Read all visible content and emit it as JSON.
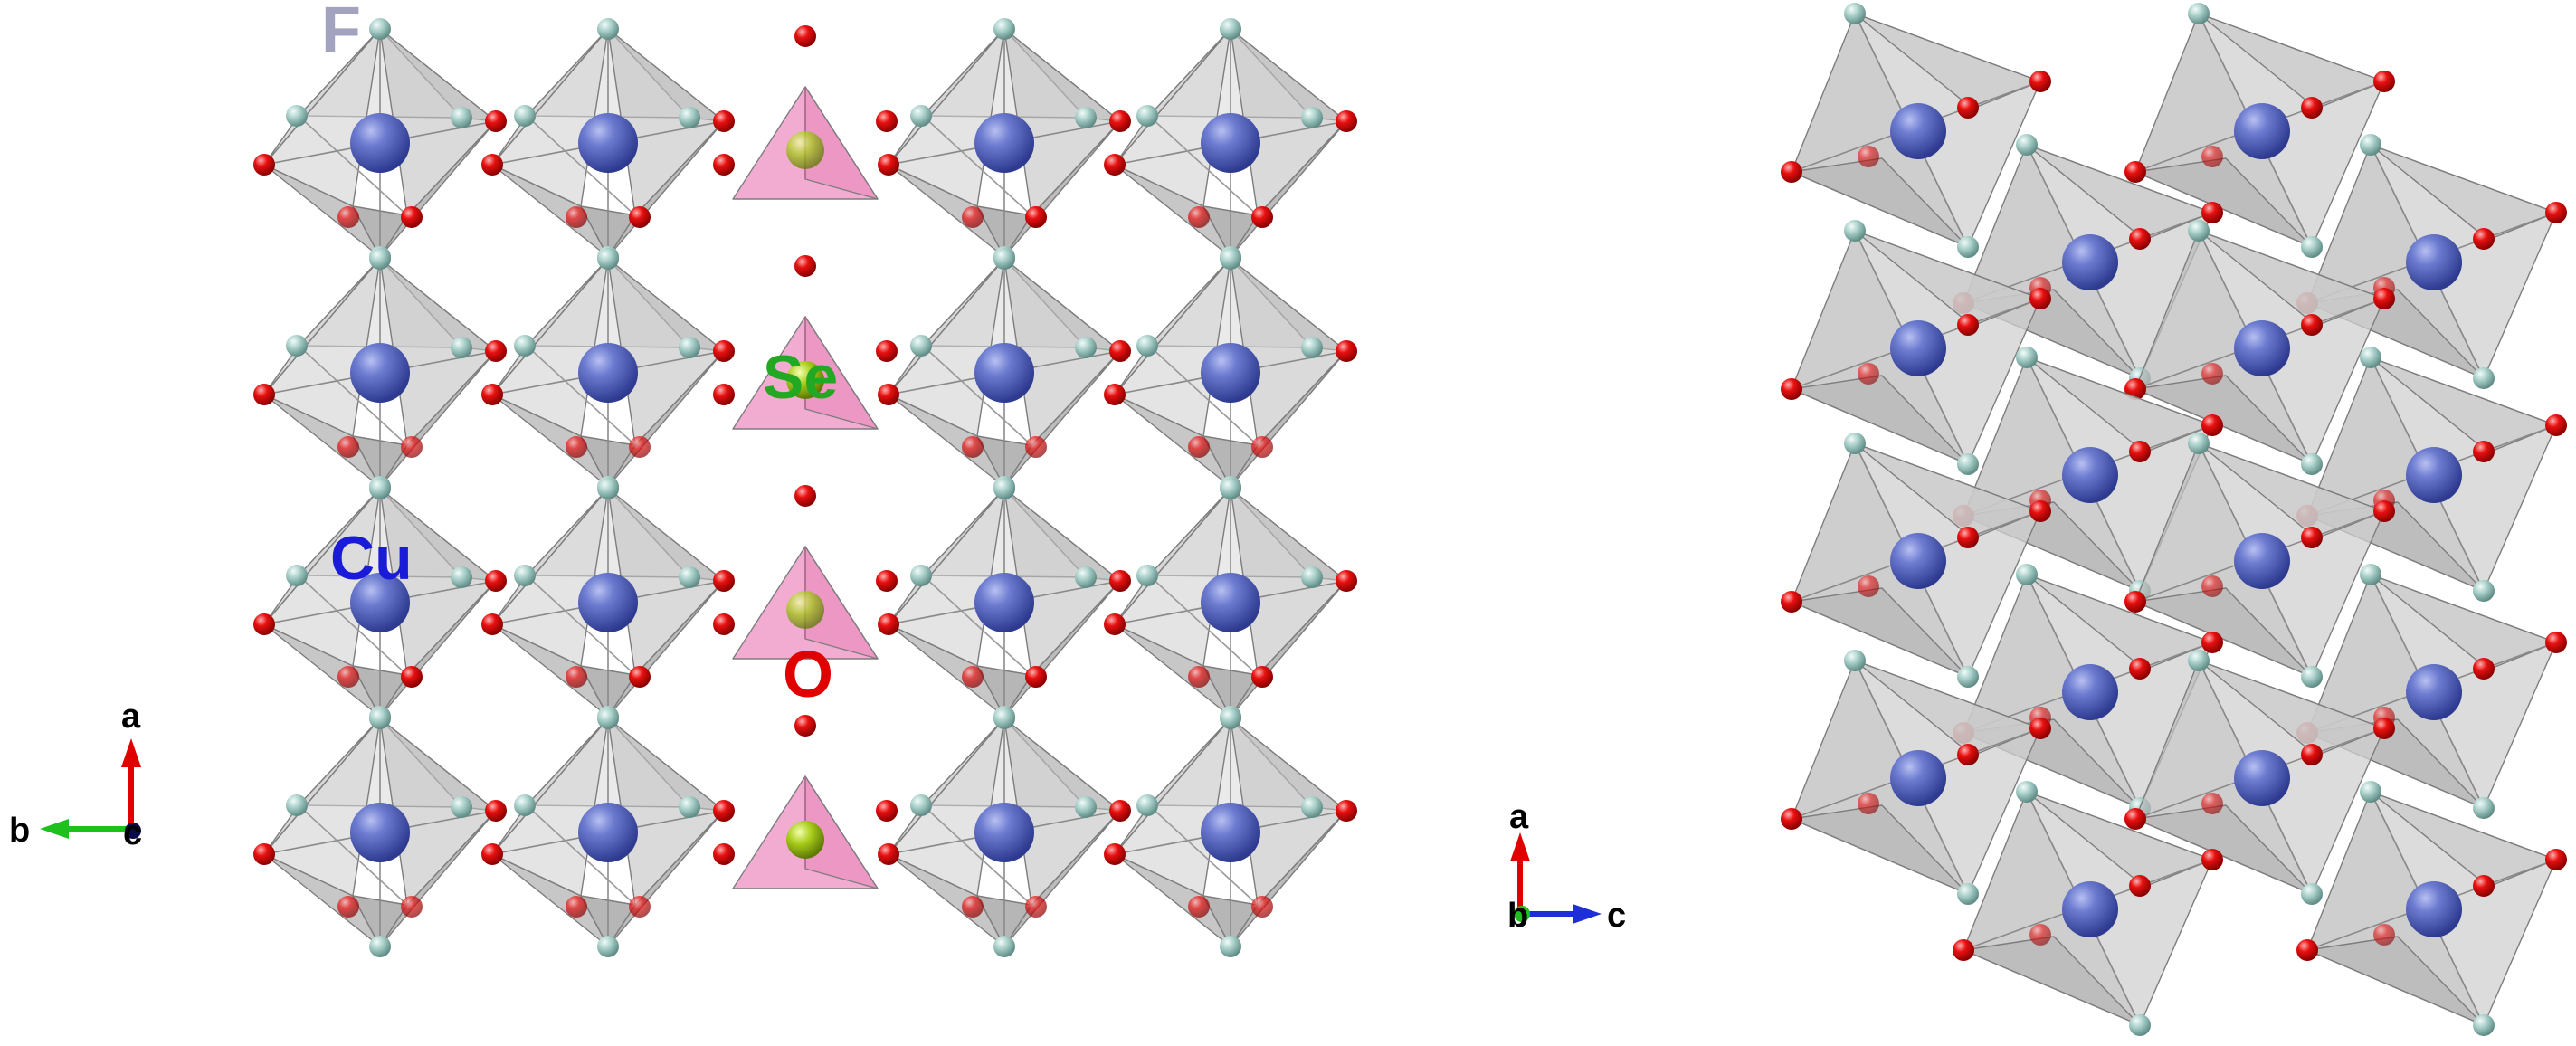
{
  "colors": {
    "Cu": "#5b6bc0",
    "F": "#a9cfc9",
    "O": "#e00000",
    "Se": "#a8cc1a",
    "polyhedron_Cu": "#c7c7c7",
    "polyhedron_Se": "#f0a8cf",
    "axis_a": "#e00000",
    "axis_b": "#1ec01e",
    "axis_c": "#1f2fd6"
  },
  "labels": {
    "F": "F",
    "Se": "Se",
    "Cu": "Cu",
    "O": "O",
    "label_colors": {
      "F": "#a3a3bf",
      "Se": "#22a822",
      "Cu": "#1a1ad9",
      "O": "#e00000"
    }
  },
  "left_view": {
    "axes": {
      "a": "a",
      "b": "b",
      "c": "c"
    }
  },
  "right_view": {
    "axes": {
      "a": "a",
      "b": "b",
      "c": "c"
    }
  }
}
